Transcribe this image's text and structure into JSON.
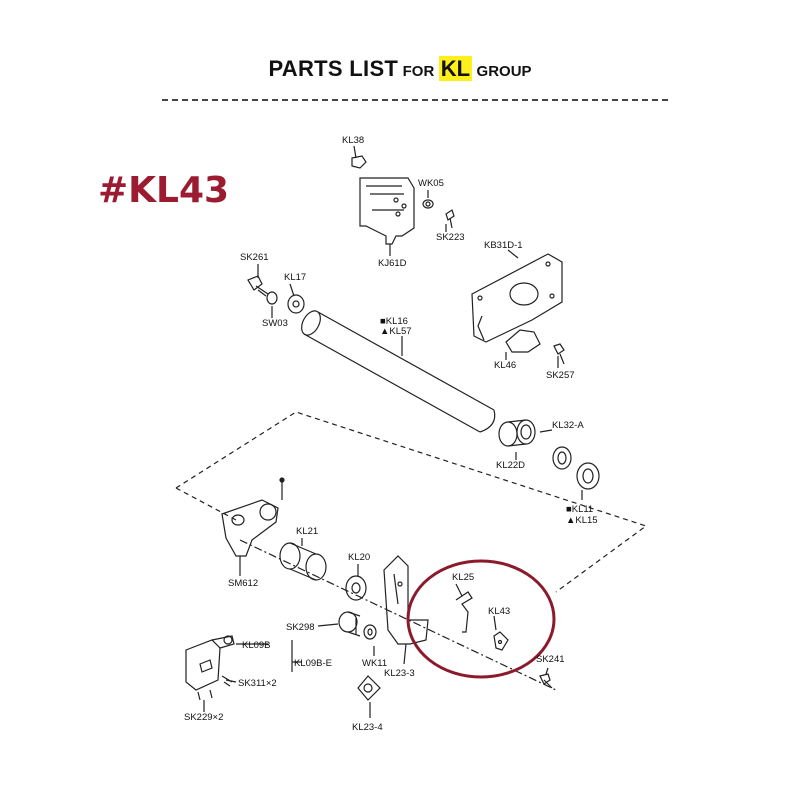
{
  "header": {
    "parts_list": "PARTS LIST",
    "for": "FOR",
    "group_code": "KL",
    "group": "GROUP",
    "highlight_color": "#ffef1a"
  },
  "part_tag": {
    "text": "#KL43",
    "color": "#9b1b31"
  },
  "callouts": {
    "kl38": "KL38",
    "wk05": "WK05",
    "sk223": "SK223",
    "kj61d": "KJ61D",
    "kb31d1": "KB31D-1",
    "sk261": "SK261",
    "kl17": "KL17",
    "sw03": "SW03",
    "kl16": "■KL16",
    "kl57": "▲KL57",
    "kl46": "KL46",
    "sk257": "SK257",
    "kl32a": "KL32-A",
    "kl22d": "KL22D",
    "kl11": "■KL11",
    "kl15": "▲KL15",
    "kl21": "KL21",
    "sm612": "SM612",
    "kl20": "KL20",
    "kl25": "KL25",
    "kl43": "KL43",
    "sk298": "SK298",
    "kl09b": "KL09B",
    "kl09be": "KL09B-E",
    "wk11": "WK11",
    "kl233": "KL23-3",
    "sk241": "SK241",
    "sk311": "SK311×2",
    "sk229": "SK229×2",
    "kl234": "KL23-4"
  },
  "highlight_circle_color": "#8b1a2b"
}
